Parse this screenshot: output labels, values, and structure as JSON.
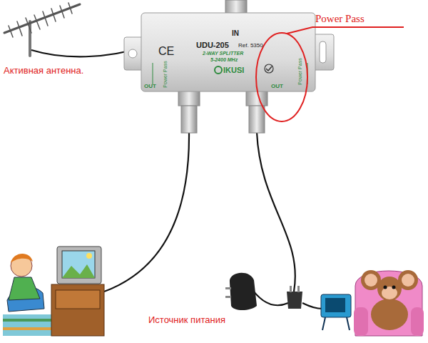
{
  "diagram": {
    "nodes": [
      {
        "text": [
          "IN",
          "UDU-205",
          "Ref. 5350",
          "2-WAY SPLITTER",
          "5-2400 MHz",
          "CE",
          "IKUSI",
          "Power Pass",
          "Power Pass",
          "OUT",
          "OUT"
        ]
      }
    ],
    "labels": [
      "Активная антенна.",
      "Power Pass",
      "Источник питания"
    ]
  }
}
